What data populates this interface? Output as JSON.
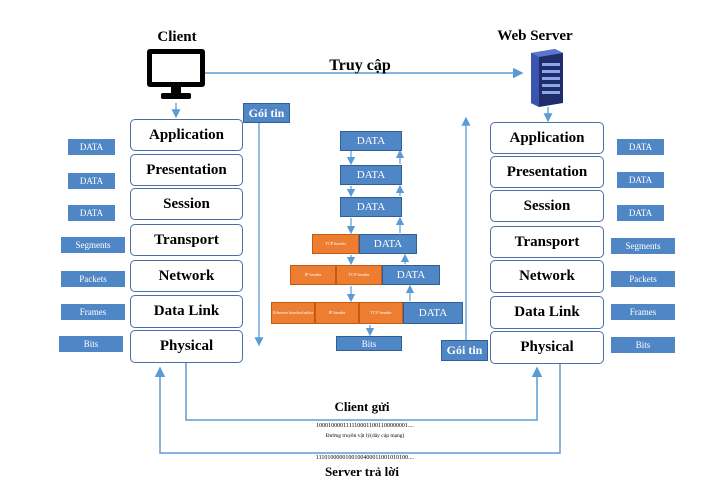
{
  "client": {
    "title": "Client"
  },
  "server": {
    "title": "Web Server"
  },
  "access_label": "Truy cập",
  "packet_label": "Gói tin",
  "left_layers": [
    "Application",
    "Presentation",
    "Session",
    "Transport",
    "Network",
    "Data Link",
    "Physical"
  ],
  "right_layers": [
    "Application",
    "Presentation",
    "Session",
    "Transport",
    "Network",
    "Data Link",
    "Physical"
  ],
  "pdu_labels": [
    "DATA",
    "DATA",
    "DATA",
    "Segments",
    "Packets",
    "Frames",
    "Bits"
  ],
  "encapsulation": {
    "data": "DATA",
    "tcp_header": "TCP header",
    "ip_header": "IP header",
    "ethernet_header": "Ethernet header/trailer",
    "bits": "Bits"
  },
  "bottom": {
    "client_send": "Client gửi",
    "bits_client": "1000100001111100011001100000001....",
    "medium": "Đường truyền vật lý(dây cáp mạng)",
    "bits_server": "1110100000100100400011001010100....",
    "server_reply": "Server trả lời"
  },
  "colors": {
    "box_blue": "#4f86c6",
    "header_orange": "#ed7d31",
    "line_blue": "#5b9bd5",
    "server_navy": "#2c3f8c"
  }
}
